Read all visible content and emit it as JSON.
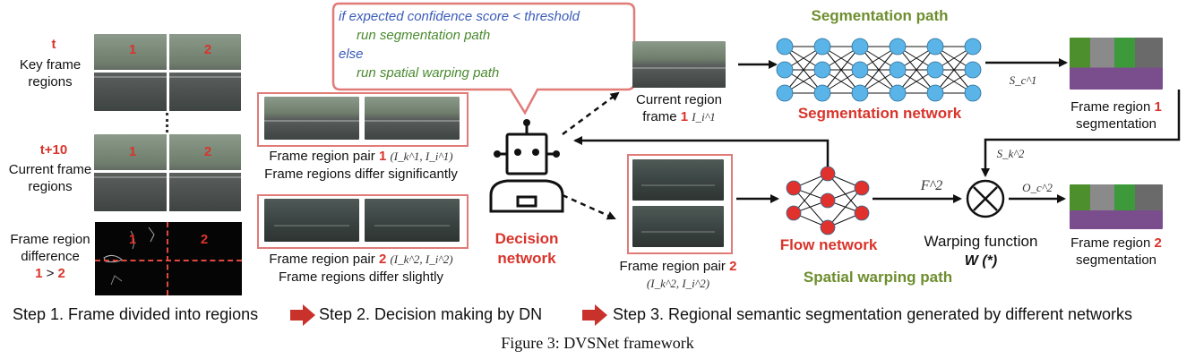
{
  "left": {
    "key_t": "t",
    "key_label_1": "Key frame",
    "key_label_2": "regions",
    "cur_t": "t+10",
    "cur_label_1": "Current frame",
    "cur_label_2": "regions",
    "diff_label_1": "Frame region",
    "diff_label_2": "difference",
    "diff_cmp_1": "1",
    "diff_cmp_op": " > ",
    "diff_cmp_2": "2",
    "region_1": "1",
    "region_2": "2"
  },
  "pairs": {
    "pair1_label": "Frame region pair ",
    "pair1_num": "1",
    "pair1_math": "(I_k^1, I_i^1)",
    "pair1_desc": "Frame regions differ significantly",
    "pair2_label": "Frame region pair ",
    "pair2_num": "2",
    "pair2_math": "(I_k^2, I_i^2)",
    "pair2_desc": "Frame regions differ slightly"
  },
  "bubble": {
    "line1": "if expected confidence score < threshold",
    "line2": "run segmentation path",
    "line3": "else",
    "line4": "run spatial warping path"
  },
  "decision": {
    "label_1": "Decision",
    "label_2": "network"
  },
  "seg_path": {
    "title": "Segmentation path",
    "current_label_1": "Current region",
    "current_label_2": "frame ",
    "current_num": "1",
    "current_math": "I_i^1",
    "network_label": "Segmentation network",
    "s_math": "S_c^1",
    "output_label_1": "Frame region ",
    "output_num": "1",
    "output_label_2": "segmentation"
  },
  "warp_path": {
    "title": "Spatial warping path",
    "pair_label": "Frame region pair ",
    "pair_num": "2",
    "pair_math": "(I_k^2, I_i^2)",
    "flow_label": "Flow network",
    "f_math": "F^2",
    "sk_math": "S_k^2",
    "o_math": "O_c^2",
    "warp_label": "Warping function",
    "warp_func": "W (*)",
    "output_label_1": "Frame region ",
    "output_num": "2",
    "output_label_2": "segmentation"
  },
  "steps": {
    "step1": "Step 1. Frame divided into regions",
    "step2": "Step 2. Decision making by DN",
    "step3": "Step 3. Regional semantic segmentation generated by different networks"
  },
  "caption": "Figure 3: DVSNet framework",
  "colors": {
    "accent_red": "#d9342b",
    "path_green": "#6e8e2e",
    "node_blue": "#5ab4e8",
    "node_red": "#e0312c",
    "code_blue": "#3b5bb8",
    "code_green": "#4a8a2f"
  }
}
